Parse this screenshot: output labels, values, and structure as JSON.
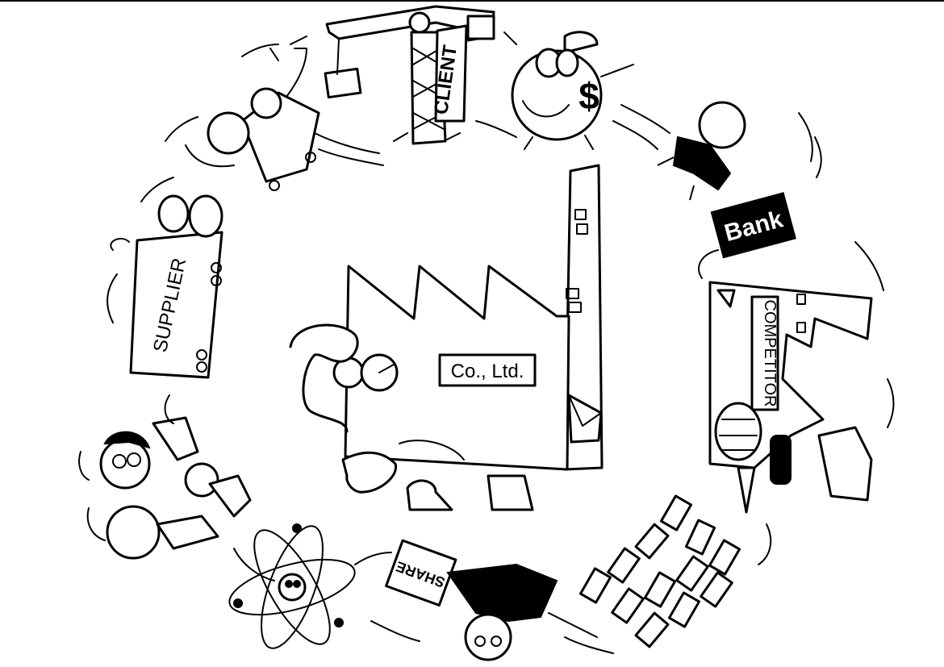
{
  "labels": {
    "company": "Co., Ltd.",
    "client": "CLIENT",
    "bank": "Bank",
    "competitor": "COMPETITOR",
    "supplier": "SUPPLIER",
    "share": "SHARE"
  },
  "money_symbol": "$",
  "colors": {
    "ink": "#000000",
    "paper": "#ffffff"
  },
  "icons": [
    "factory-icon",
    "crane-icon",
    "money-bag-icon",
    "banker-icon",
    "robot-icon",
    "supplier-truck-icon",
    "competitor-factory-icon",
    "people-icon",
    "atom-icon",
    "shareholder-icon",
    "banknotes-icon"
  ]
}
